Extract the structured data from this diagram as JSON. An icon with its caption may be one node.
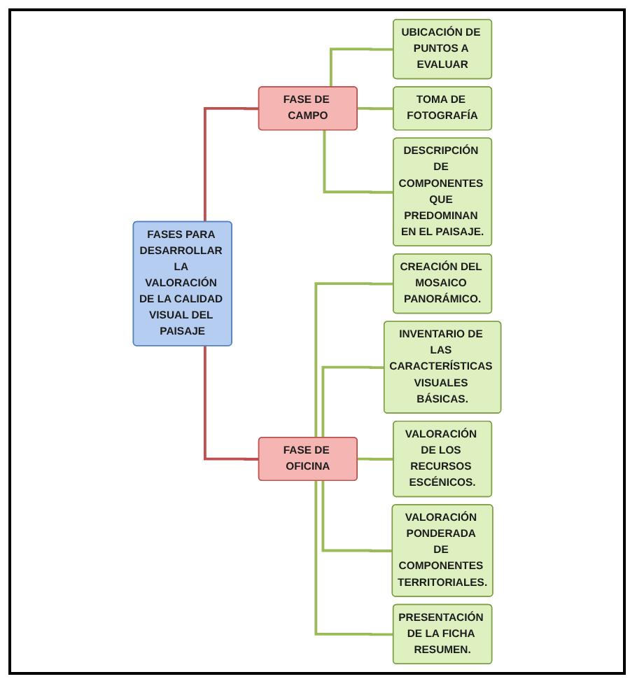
{
  "diagram": {
    "nodes": [
      {
        "text": [
          "FASES PARA DESARROLLAR LA VALORACIÓN DE LA CALIDAD VISUAL DEL PAISAJE"
        ]
      },
      {
        "text": [
          "FASE DE CAMPO"
        ]
      },
      {
        "text": [
          "UBICACIÓN DE PUNTOS A EVALUAR"
        ]
      },
      {
        "text": [
          "TOMA DE FOTOGRAFÍA"
        ]
      },
      {
        "text": [
          "DESCRIPCIÓN DE COMPONENTES QUE PREDOMINAN EN EL PAISAJE."
        ]
      },
      {
        "text": [
          "FASE DE OFICINA"
        ]
      },
      {
        "text": [
          "CREACIÓN DEL MOSAICO PANORÁMICO."
        ]
      },
      {
        "text": [
          "INVENTARIO DE LAS CARACTERÍSTICAS VISUALES BÁSICAS."
        ]
      },
      {
        "text": [
          "VALORACIÓN DE LOS RECURSOS ESCÉNICOS."
        ]
      },
      {
        "text": [
          "VALORACIÓN PONDERADA DE COMPONENTES TERRITORIALES."
        ]
      },
      {
        "text": [
          "PRESENTACIÓN DE LA FICHA RESUMEN."
        ]
      }
    ],
    "edges": [
      {
        "from": 0,
        "to": 1,
        "arrow": "none",
        "color": "#c0504d"
      },
      {
        "from": 0,
        "to": 5,
        "arrow": "none",
        "color": "#c0504d"
      },
      {
        "from": 1,
        "to": 2,
        "arrow": "none"
      },
      {
        "from": 1,
        "to": 3,
        "arrow": "none"
      },
      {
        "from": 1,
        "to": 4,
        "arrow": "none"
      },
      {
        "from": 5,
        "to": 6,
        "arrow": "none"
      },
      {
        "from": 5,
        "to": 7,
        "arrow": "none"
      },
      {
        "from": 5,
        "to": 8,
        "arrow": "none"
      },
      {
        "from": 5,
        "to": 9,
        "arrow": "none"
      },
      {
        "from": 5,
        "to": 10,
        "arrow": "none"
      }
    ]
  }
}
